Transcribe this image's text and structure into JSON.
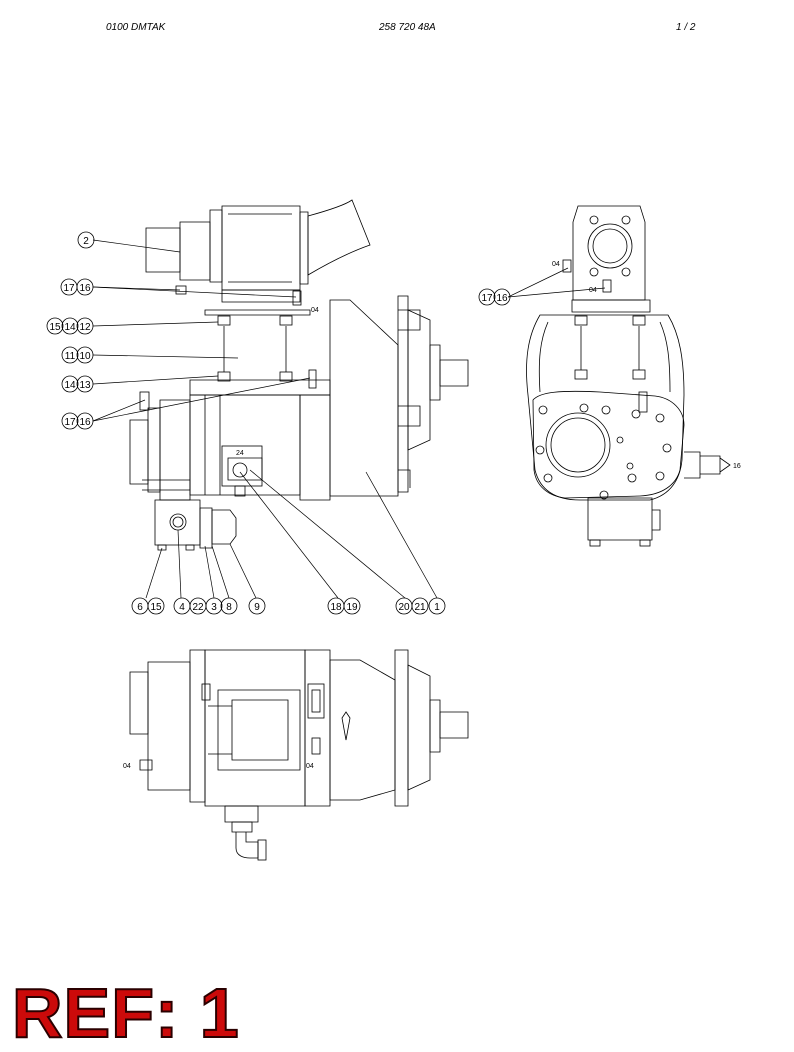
{
  "header": {
    "code": "0100   DMTAK",
    "part_number": "258 720 48A",
    "page": "1 / 2"
  },
  "balloons": {
    "top_view": [
      {
        "label": "2"
      },
      {
        "label": "17"
      },
      {
        "label": "16"
      },
      {
        "label": "15"
      },
      {
        "label": "14"
      },
      {
        "label": "12"
      },
      {
        "label": "11"
      },
      {
        "label": "10"
      },
      {
        "label": "14"
      },
      {
        "label": "13"
      },
      {
        "label": "17"
      },
      {
        "label": "16"
      },
      {
        "label": "6"
      },
      {
        "label": "15"
      },
      {
        "label": "4"
      },
      {
        "label": "22"
      },
      {
        "label": "3"
      },
      {
        "label": "8"
      },
      {
        "label": "9"
      },
      {
        "label": "18"
      },
      {
        "label": "19"
      },
      {
        "label": "20"
      },
      {
        "label": "21"
      },
      {
        "label": "1"
      }
    ],
    "side_view": [
      {
        "label": "17"
      },
      {
        "label": "16"
      }
    ]
  },
  "annotations": {
    "o4_top": "04",
    "label_24": "24",
    "side_o4_a": "04",
    "side_o4_b": "04",
    "side_16": "16",
    "bottom_o4_a": "04",
    "bottom_o4_b": "04"
  },
  "reference": "REF: 1",
  "colors": {
    "line": "#000000",
    "ref_fill": "#cc0a0a",
    "ref_outline": "#2a0000"
  }
}
